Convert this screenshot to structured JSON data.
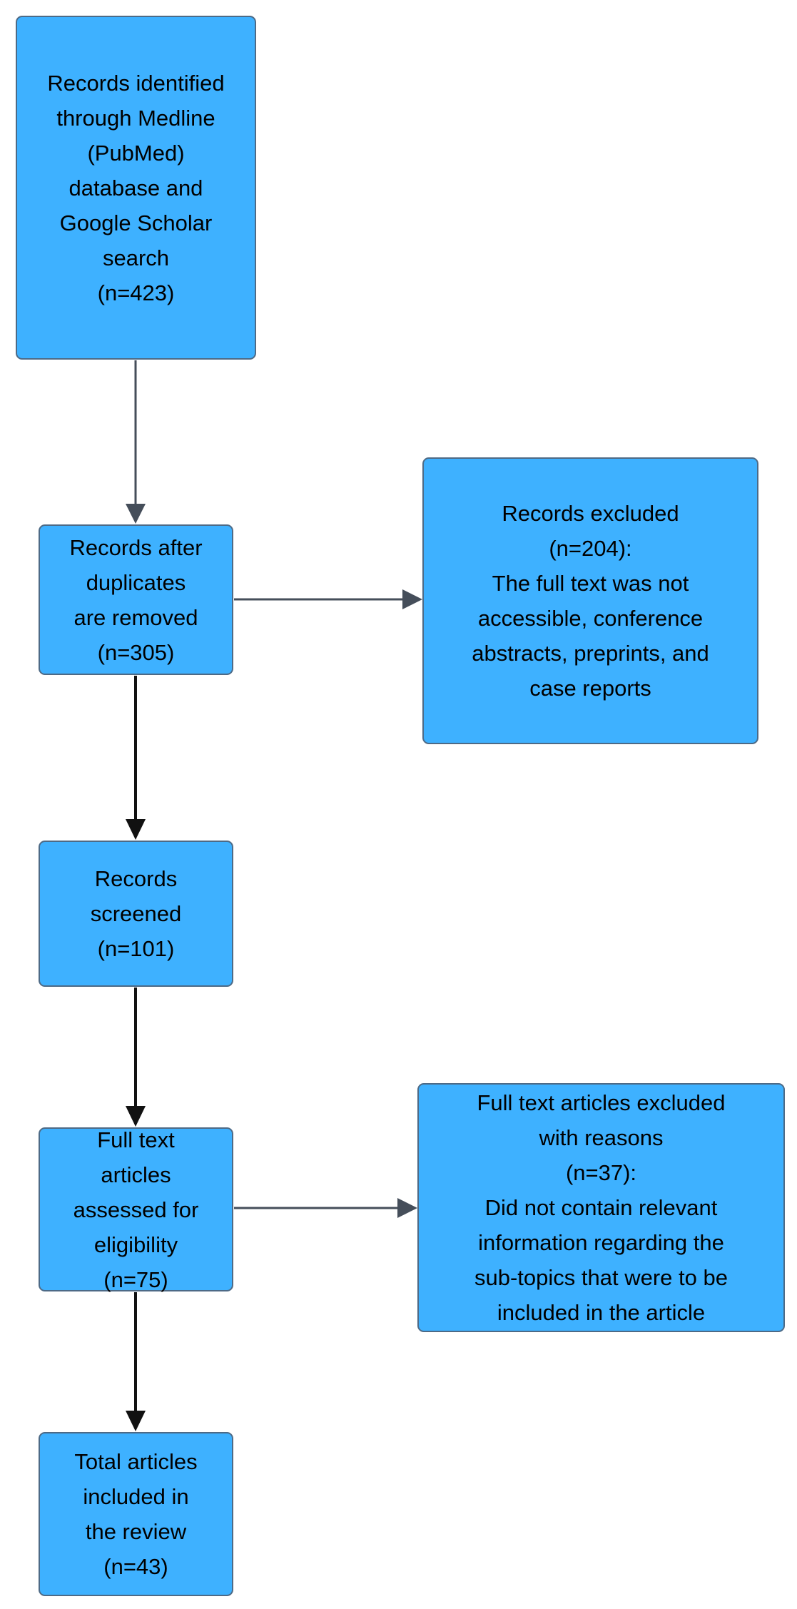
{
  "diagram": {
    "nodes": [
      {
        "id": "identified",
        "text": "Records identified\nthrough Medline\n(PubMed)\ndatabase and\nGoogle Scholar\nsearch\n(n=423)"
      },
      {
        "id": "deduplicated",
        "text": "Records after\nduplicates\nare removed\n(n=305)"
      },
      {
        "id": "excluded",
        "text": "Records excluded\n(n=204):\nThe full text was not\naccessible, conference\nabstracts, preprints, and\ncase reports"
      },
      {
        "id": "screened",
        "text": "Records\nscreened\n(n=101)"
      },
      {
        "id": "eligibility",
        "text": "Full text\narticles\nassessed for\neligibility\n(n=75)"
      },
      {
        "id": "fulltext_excluded",
        "text": "Full text articles excluded\nwith reasons\n(n=37):\nDid not contain relevant\ninformation regarding the\nsub-topics that were to be\nincluded in the article"
      },
      {
        "id": "included",
        "text": "Total articles\nincluded in\nthe review\n(n=43)"
      }
    ],
    "edges": [
      {
        "from": "identified",
        "to": "deduplicated"
      },
      {
        "from": "deduplicated",
        "to": "excluded"
      },
      {
        "from": "deduplicated",
        "to": "screened"
      },
      {
        "from": "screened",
        "to": "eligibility"
      },
      {
        "from": "eligibility",
        "to": "fulltext_excluded"
      },
      {
        "from": "eligibility",
        "to": "included"
      }
    ],
    "colors": {
      "box_fill": "#3eb1ff",
      "box_border": "#4d6a86",
      "arrow_gray": "#454e5a",
      "arrow_black": "#111111"
    }
  }
}
